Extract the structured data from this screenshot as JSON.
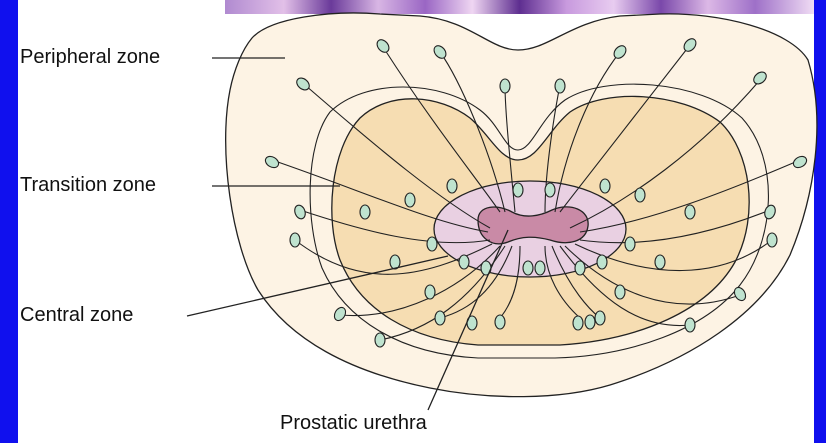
{
  "labels": {
    "peripheral_zone": "Peripheral zone",
    "transition_zone": "Transition zone",
    "central_zone": "Central zone",
    "prostatic_urethra": "Prostatic urethra"
  },
  "colors": {
    "background_slide": "#0000ee",
    "canvas": "#ffffff",
    "peripheral_fill": "#fdf3e4",
    "transition_fill": "#f6ddb2",
    "central_fill": "#e9d0e2",
    "urethra_fill": "#c98aa6",
    "gland_fill": "#bfe3cf",
    "outline": "#222222"
  }
}
